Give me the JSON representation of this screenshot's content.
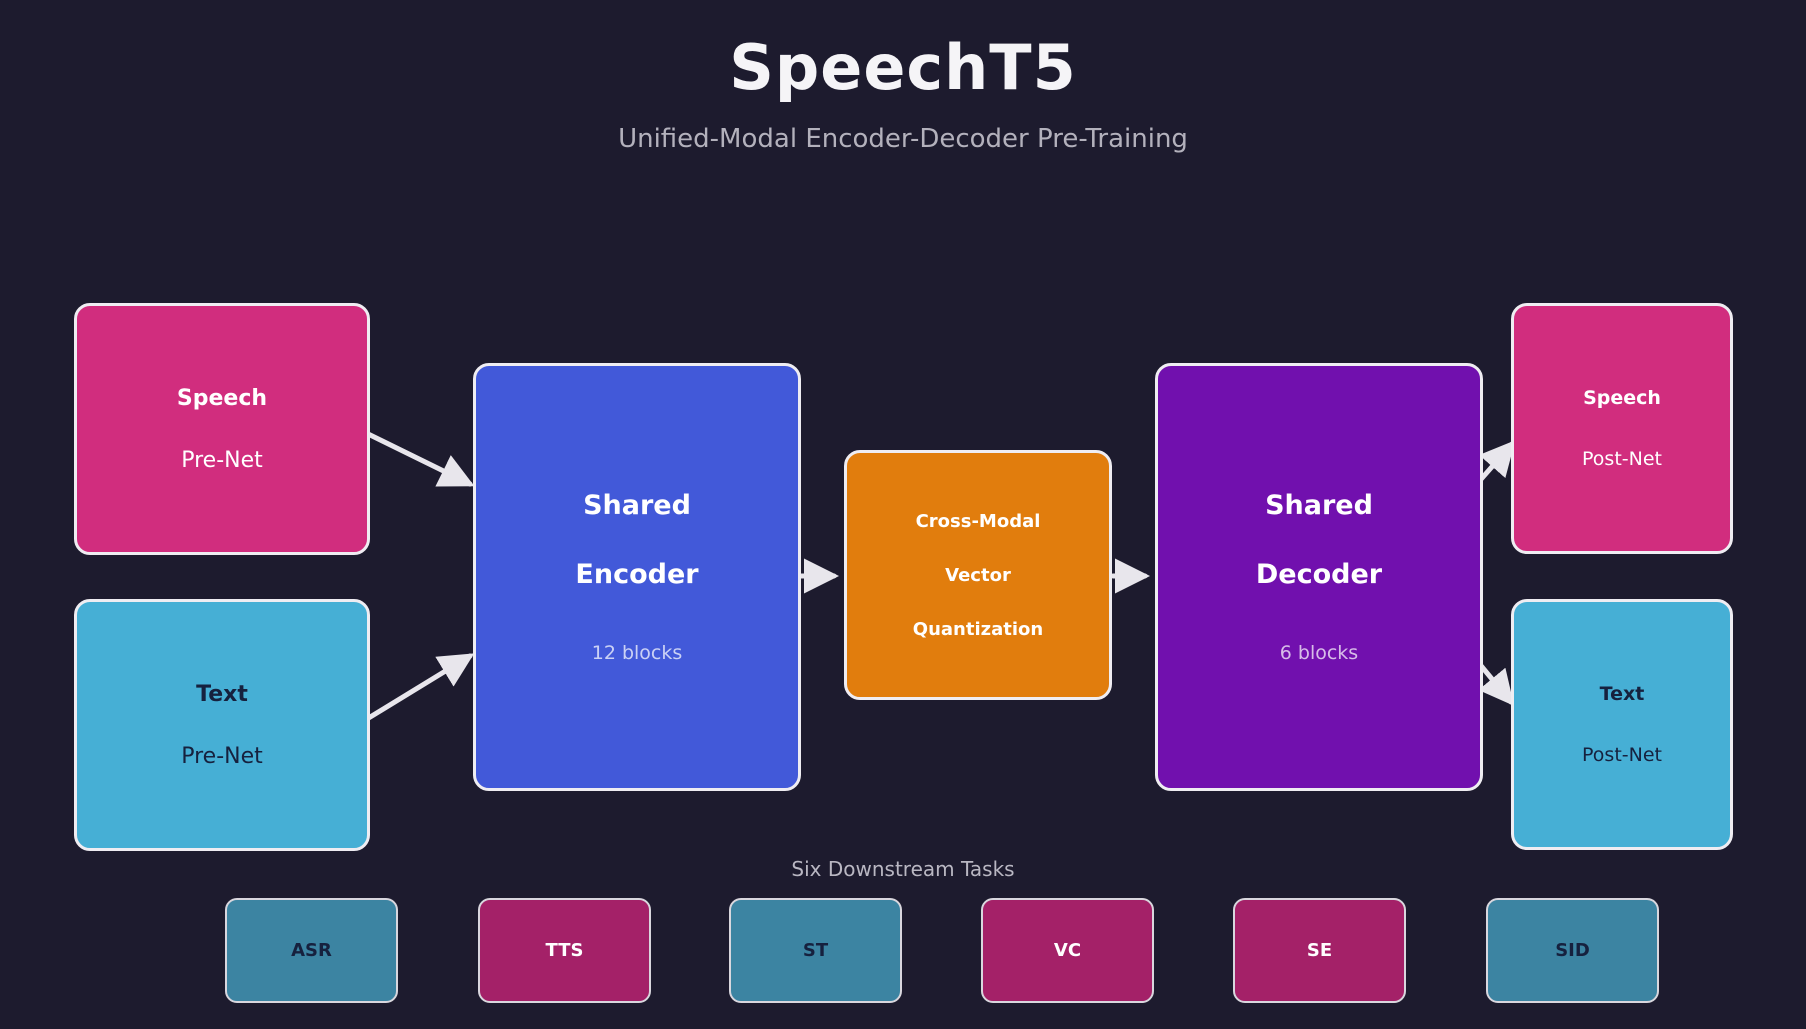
{
  "header": {
    "title": "SpeechT5",
    "subtitle": "Unified-Modal Encoder-Decoder Pre-Training"
  },
  "nodes": {
    "speech_prenet": {
      "line1": "Speech",
      "line2": "Pre-Net"
    },
    "text_prenet": {
      "line1": "Text",
      "line2": "Pre-Net"
    },
    "encoder": {
      "line1": "Shared",
      "line2": "Encoder",
      "detail": "12 blocks"
    },
    "vq": {
      "line1": "Cross-Modal",
      "line2": "Vector",
      "line3": "Quantization"
    },
    "decoder": {
      "line1": "Shared",
      "line2": "Decoder",
      "detail": "6 blocks"
    },
    "speech_postnet": {
      "line1": "Speech",
      "line2": "Post-Net"
    },
    "text_postnet": {
      "line1": "Text",
      "line2": "Post-Net"
    }
  },
  "downstream": {
    "label": "Six Downstream Tasks",
    "tasks": [
      {
        "label": "ASR"
      },
      {
        "label": "TTS"
      },
      {
        "label": "ST"
      },
      {
        "label": "VC"
      },
      {
        "label": "SE"
      },
      {
        "label": "SID"
      }
    ]
  },
  "colors": {
    "background": "#1d1b2e",
    "speech_pink": "#d12d7e",
    "text_lightblue": "#46afd5",
    "encoder_blue": "#4259d9",
    "vq_orange": "#e17d0d",
    "decoder_purple": "#7110ae",
    "task_teal": "#3c84a2",
    "task_magenta": "#a42168",
    "arrow": "#e8e6ec",
    "dark_text": "#16213e",
    "title_text": "#f5f4f7",
    "subtitle_text": "#b3b1bc"
  }
}
